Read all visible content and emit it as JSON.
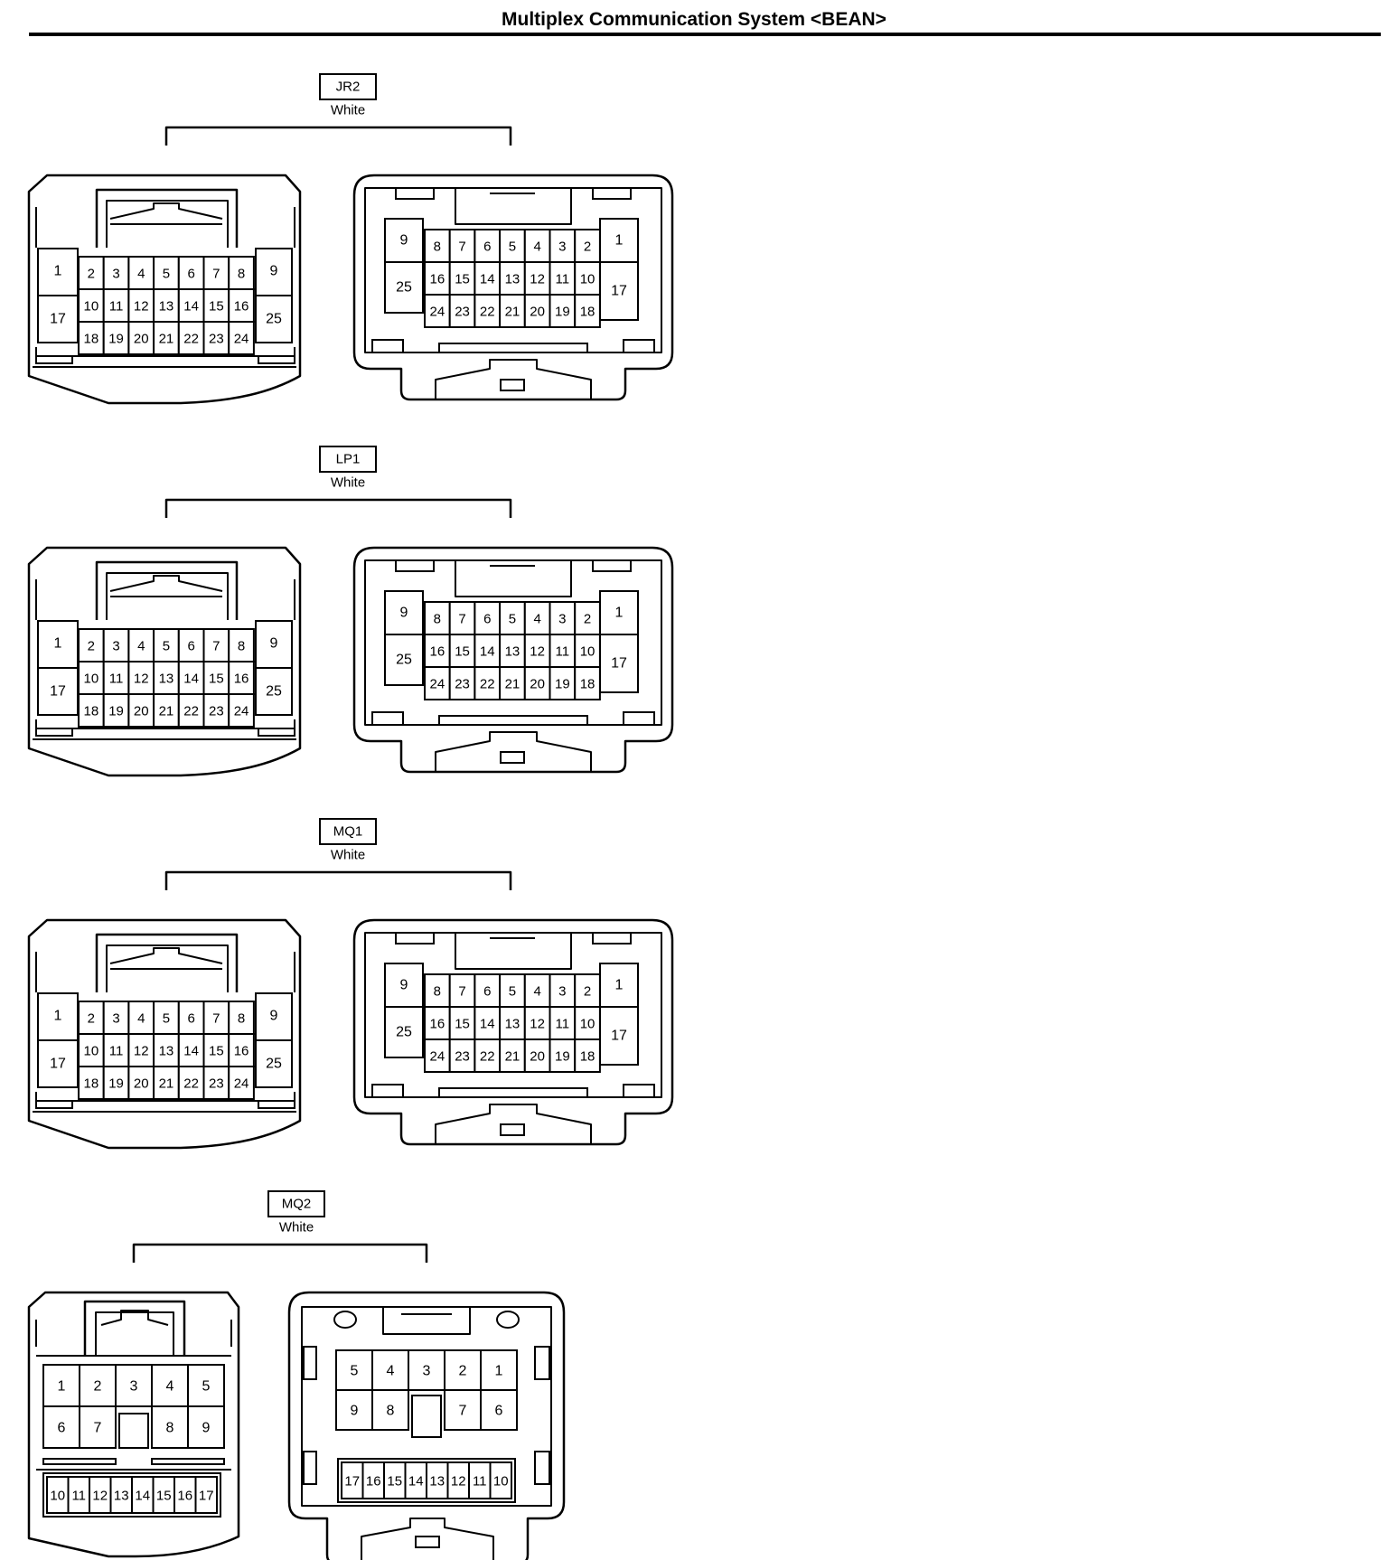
{
  "title": "Multiplex Communication System <BEAN>",
  "connectors": [
    {
      "code": "JR2",
      "color_label": "White",
      "left_rows": [
        [
          "2",
          "3",
          "4",
          "5",
          "6",
          "7",
          "8"
        ],
        [
          "10",
          "11",
          "12",
          "13",
          "14",
          "15",
          "16"
        ],
        [
          "18",
          "19",
          "20",
          "21",
          "22",
          "23",
          "24"
        ]
      ],
      "left_side_pins": [
        "1",
        "17"
      ],
      "right_side_pins": [
        "9",
        "25"
      ],
      "mirror_rows": [
        [
          "8",
          "7",
          "6",
          "5",
          "4",
          "3",
          "2"
        ],
        [
          "16",
          "15",
          "14",
          "13",
          "12",
          "11",
          "10"
        ],
        [
          "24",
          "23",
          "22",
          "21",
          "20",
          "19",
          "18"
        ]
      ],
      "mirror_left_pins": [
        "9",
        "25"
      ],
      "mirror_right_pins": [
        "1",
        "17"
      ]
    },
    {
      "code": "LP1",
      "color_label": "White",
      "left_rows": [
        [
          "2",
          "3",
          "4",
          "5",
          "6",
          "7",
          "8"
        ],
        [
          "10",
          "11",
          "12",
          "13",
          "14",
          "15",
          "16"
        ],
        [
          "18",
          "19",
          "20",
          "21",
          "22",
          "23",
          "24"
        ]
      ],
      "left_side_pins": [
        "1",
        "17"
      ],
      "right_side_pins": [
        "9",
        "25"
      ],
      "mirror_rows": [
        [
          "8",
          "7",
          "6",
          "5",
          "4",
          "3",
          "2"
        ],
        [
          "16",
          "15",
          "14",
          "13",
          "12",
          "11",
          "10"
        ],
        [
          "24",
          "23",
          "22",
          "21",
          "20",
          "19",
          "18"
        ]
      ],
      "mirror_left_pins": [
        "9",
        "25"
      ],
      "mirror_right_pins": [
        "1",
        "17"
      ]
    },
    {
      "code": "MQ1",
      "color_label": "White",
      "left_rows": [
        [
          "2",
          "3",
          "4",
          "5",
          "6",
          "7",
          "8"
        ],
        [
          "10",
          "11",
          "12",
          "13",
          "14",
          "15",
          "16"
        ],
        [
          "18",
          "19",
          "20",
          "21",
          "22",
          "23",
          "24"
        ]
      ],
      "left_side_pins": [
        "1",
        "17"
      ],
      "right_side_pins": [
        "9",
        "25"
      ],
      "mirror_rows": [
        [
          "8",
          "7",
          "6",
          "5",
          "4",
          "3",
          "2"
        ],
        [
          "16",
          "15",
          "14",
          "13",
          "12",
          "11",
          "10"
        ],
        [
          "24",
          "23",
          "22",
          "21",
          "20",
          "19",
          "18"
        ]
      ],
      "mirror_left_pins": [
        "9",
        "25"
      ],
      "mirror_right_pins": [
        "1",
        "17"
      ]
    },
    {
      "code": "MQ2",
      "color_label": "White",
      "left_top_row": [
        "1",
        "2",
        "3",
        "4",
        "5"
      ],
      "left_mid_row": [
        "6",
        "7",
        "",
        "8",
        "9"
      ],
      "left_bottom_row": [
        "10",
        "11",
        "12",
        "13",
        "14",
        "15",
        "16",
        "17"
      ],
      "right_top_row": [
        "5",
        "4",
        "3",
        "2",
        "1"
      ],
      "right_mid_row": [
        "9",
        "8",
        "",
        "7",
        "6"
      ],
      "right_bottom_row": [
        "17",
        "16",
        "15",
        "14",
        "13",
        "12",
        "11",
        "10"
      ]
    }
  ]
}
